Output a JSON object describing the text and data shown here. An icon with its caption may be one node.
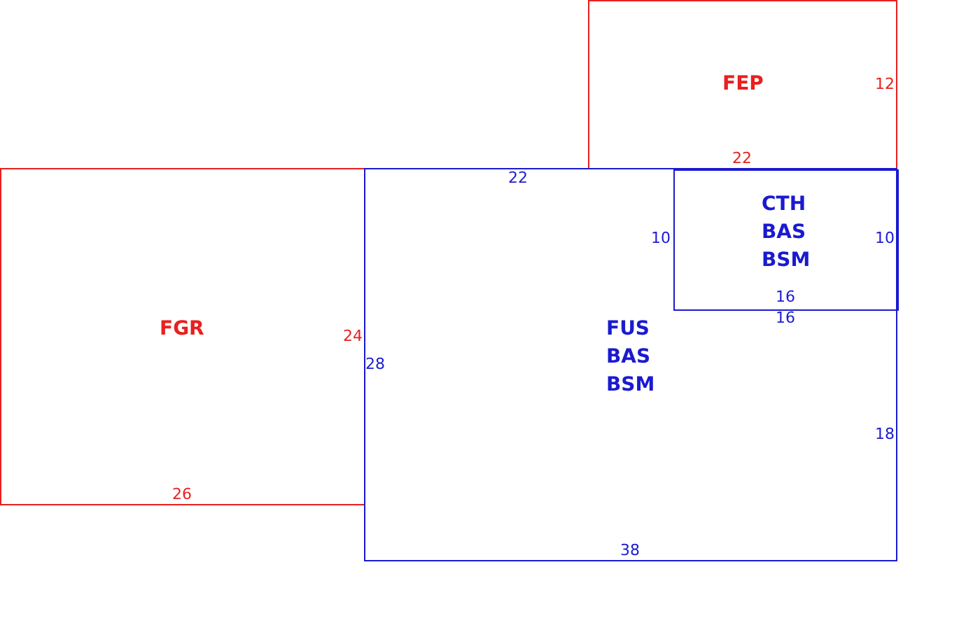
{
  "diagram": {
    "nodes": [
      {
        "text": [
          "FEP"
        ]
      },
      {
        "text": [
          "FGR"
        ]
      },
      {
        "text": [
          "FUS",
          "BAS",
          "BSM"
        ]
      },
      {
        "text": [
          "CTH",
          "BAS",
          "BSM"
        ],
        "in": 2
      }
    ],
    "labels": [
      "12",
      "22",
      "22",
      "10",
      "10",
      "16",
      "16",
      "24",
      "28",
      "18",
      "26",
      "38"
    ]
  }
}
